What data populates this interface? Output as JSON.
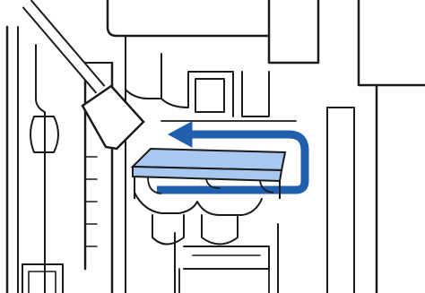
{
  "figure": {
    "kind": "maintenance-illustration",
    "step": "wiper-cleaning",
    "parts": [
      "printer-housing",
      "wiper-rail",
      "cleaning-stick",
      "wiper-blade",
      "direction-arrow",
      "cap-assembly"
    ],
    "colors": {
      "line": "#1a1a1a",
      "background": "#ffffff",
      "arrow": "#1f5fae",
      "wiper": "#a9c8f0",
      "wiper_edge": "#1a1a1a"
    },
    "icons": {
      "arrow": "left-arrow-icon",
      "stick": "cleaning-stick-icon"
    }
  }
}
